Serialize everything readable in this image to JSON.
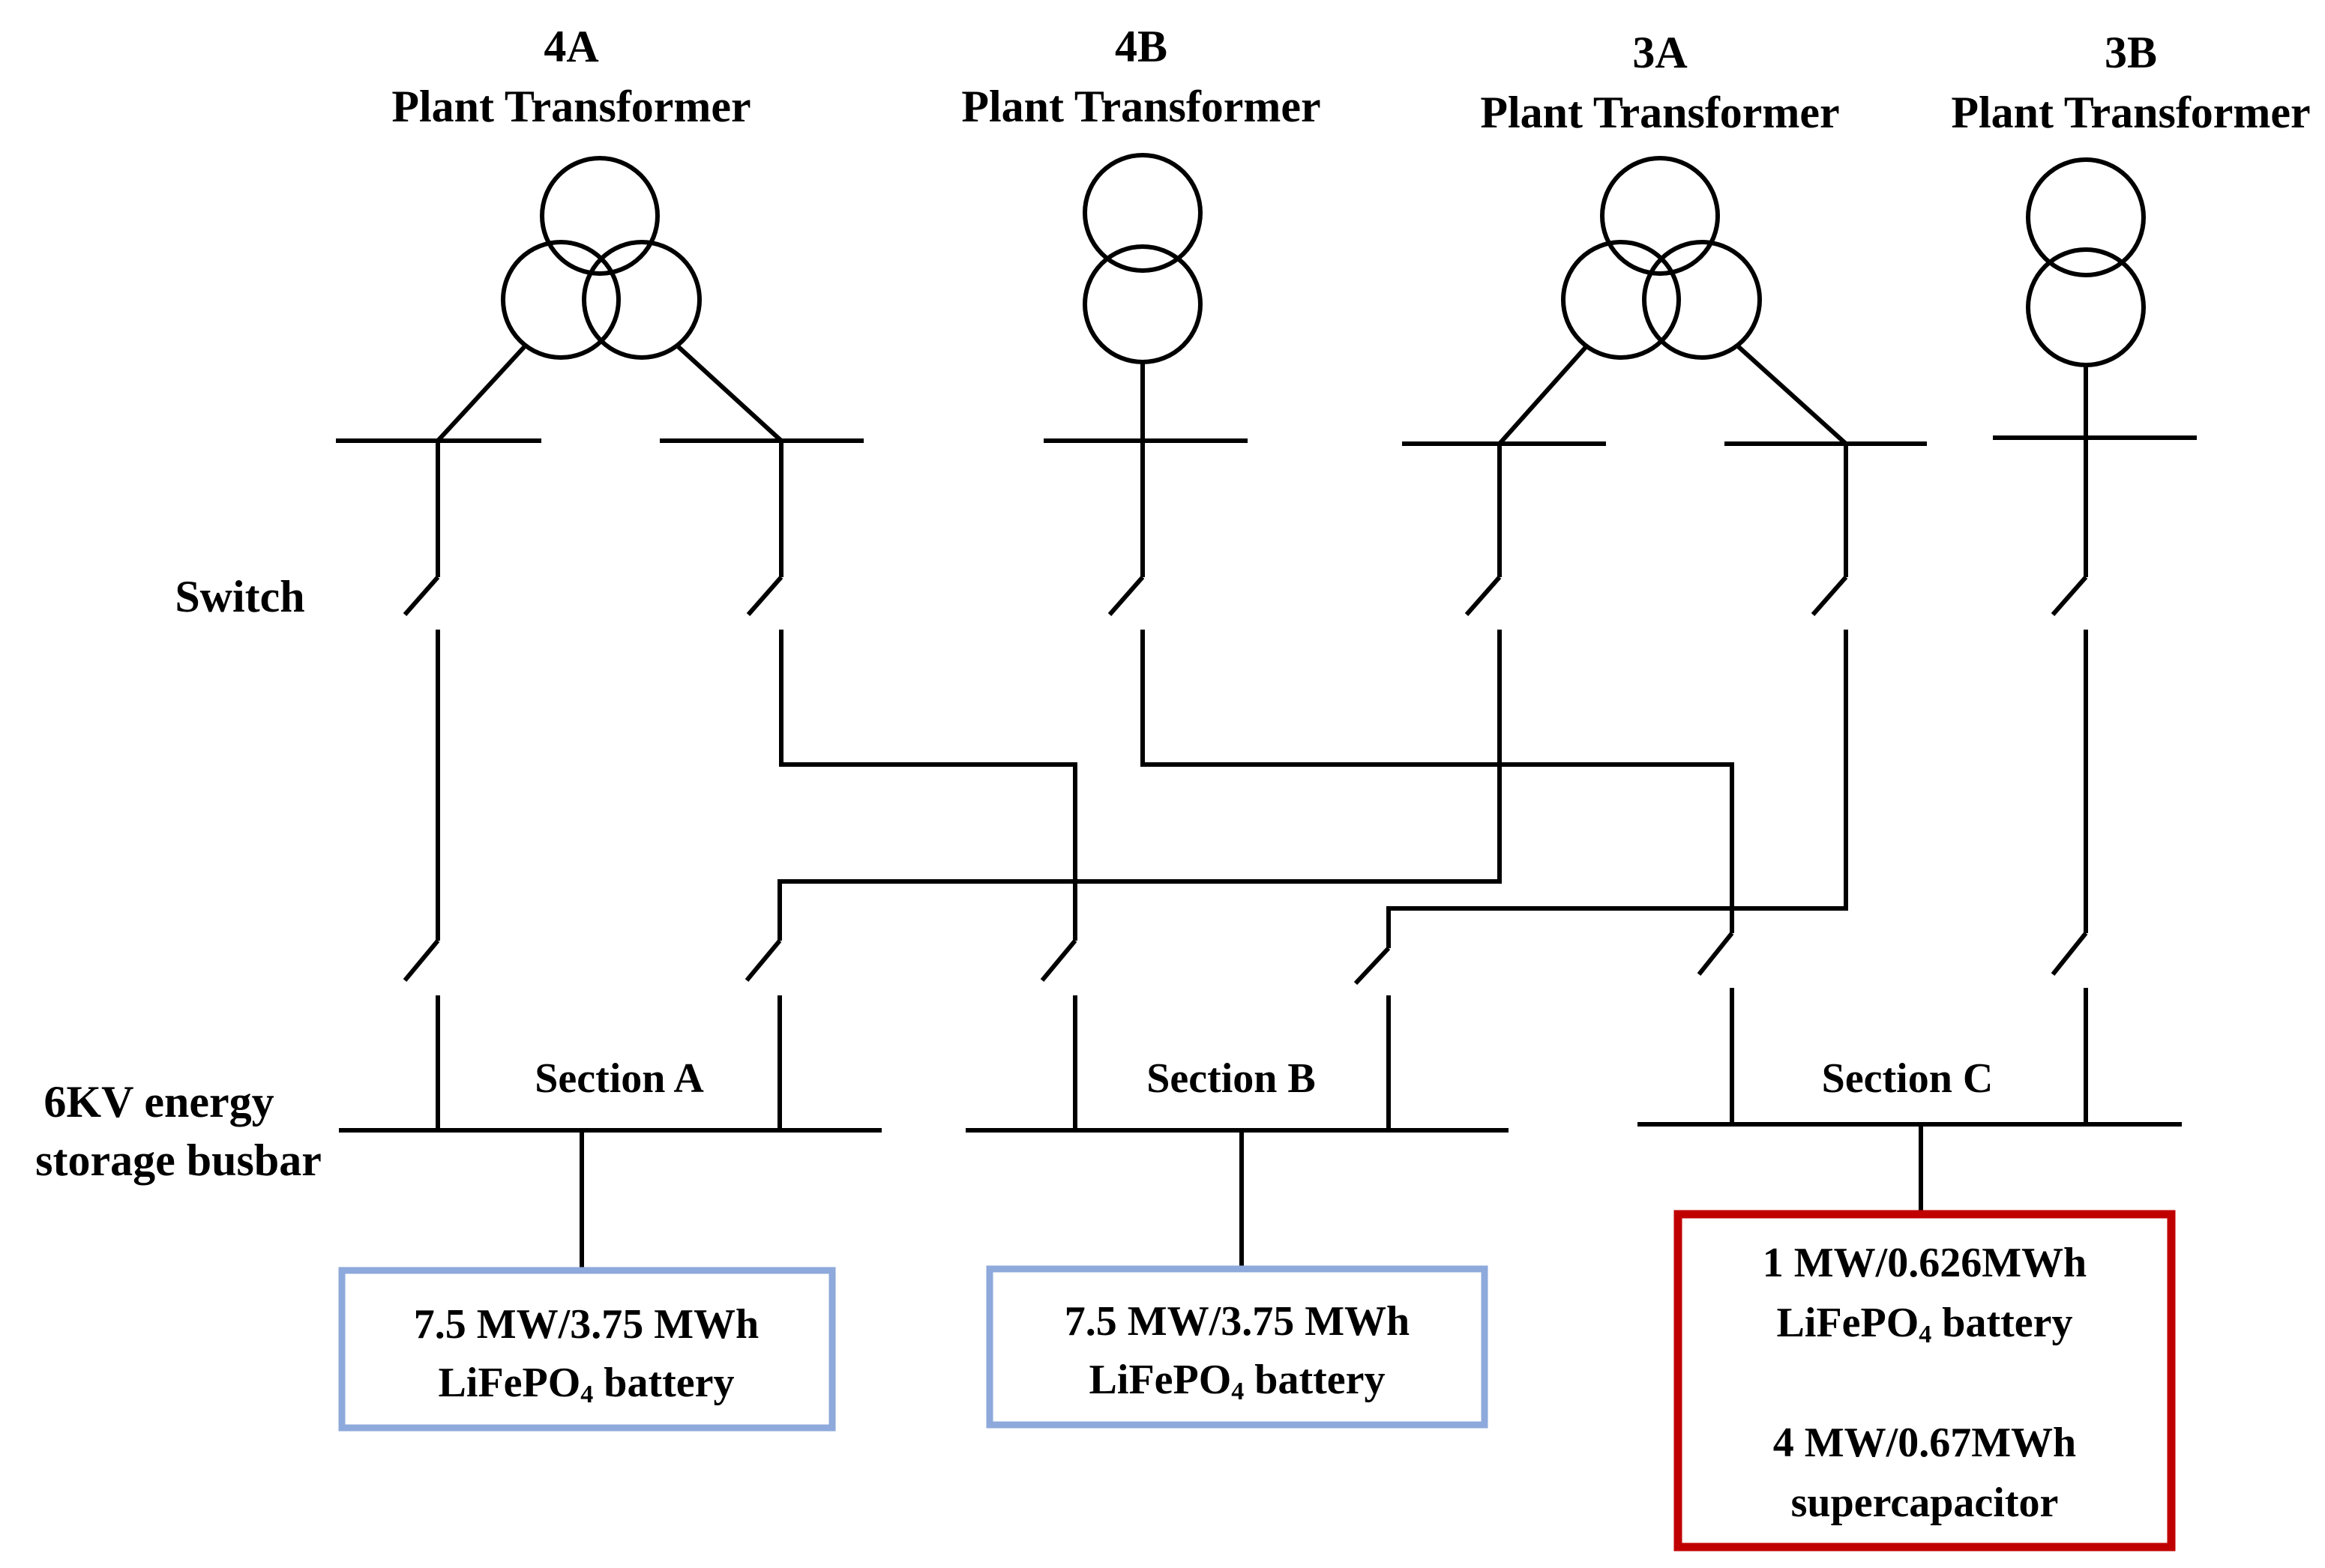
{
  "transformers": [
    {
      "id": "4A",
      "name": "Plant Transformer"
    },
    {
      "id": "4B",
      "name": "Plant Transformer"
    },
    {
      "id": "3A",
      "name": "Plant Transformer"
    },
    {
      "id": "3B",
      "name": "Plant Transformer"
    }
  ],
  "labels": {
    "switch": "Switch",
    "busbar_line1": "6KV energy",
    "busbar_line2": "storage busbar"
  },
  "sections": [
    {
      "name": "Section A"
    },
    {
      "name": "Section B"
    },
    {
      "name": "Section C"
    }
  ],
  "storage": {
    "a": {
      "line1": "7.5 MW/3.75 MWh",
      "line2_chem": "LiFePO",
      "line2_sub": "4",
      "line2_rest": " battery",
      "border_color": "#8EA9DB"
    },
    "b": {
      "line1": "7.5 MW/3.75 MWh",
      "line2_chem": "LiFePO",
      "line2_sub": "4",
      "line2_rest": " battery",
      "border_color": "#8EA9DB"
    },
    "c": {
      "line1": "1 MW/0.626MWh",
      "line2_chem": "LiFePO",
      "line2_sub": "4",
      "line2_rest": " battery",
      "line3": "4 MW/0.67MWh",
      "line4": "supercapacitor",
      "border_color": "#C00000"
    }
  }
}
